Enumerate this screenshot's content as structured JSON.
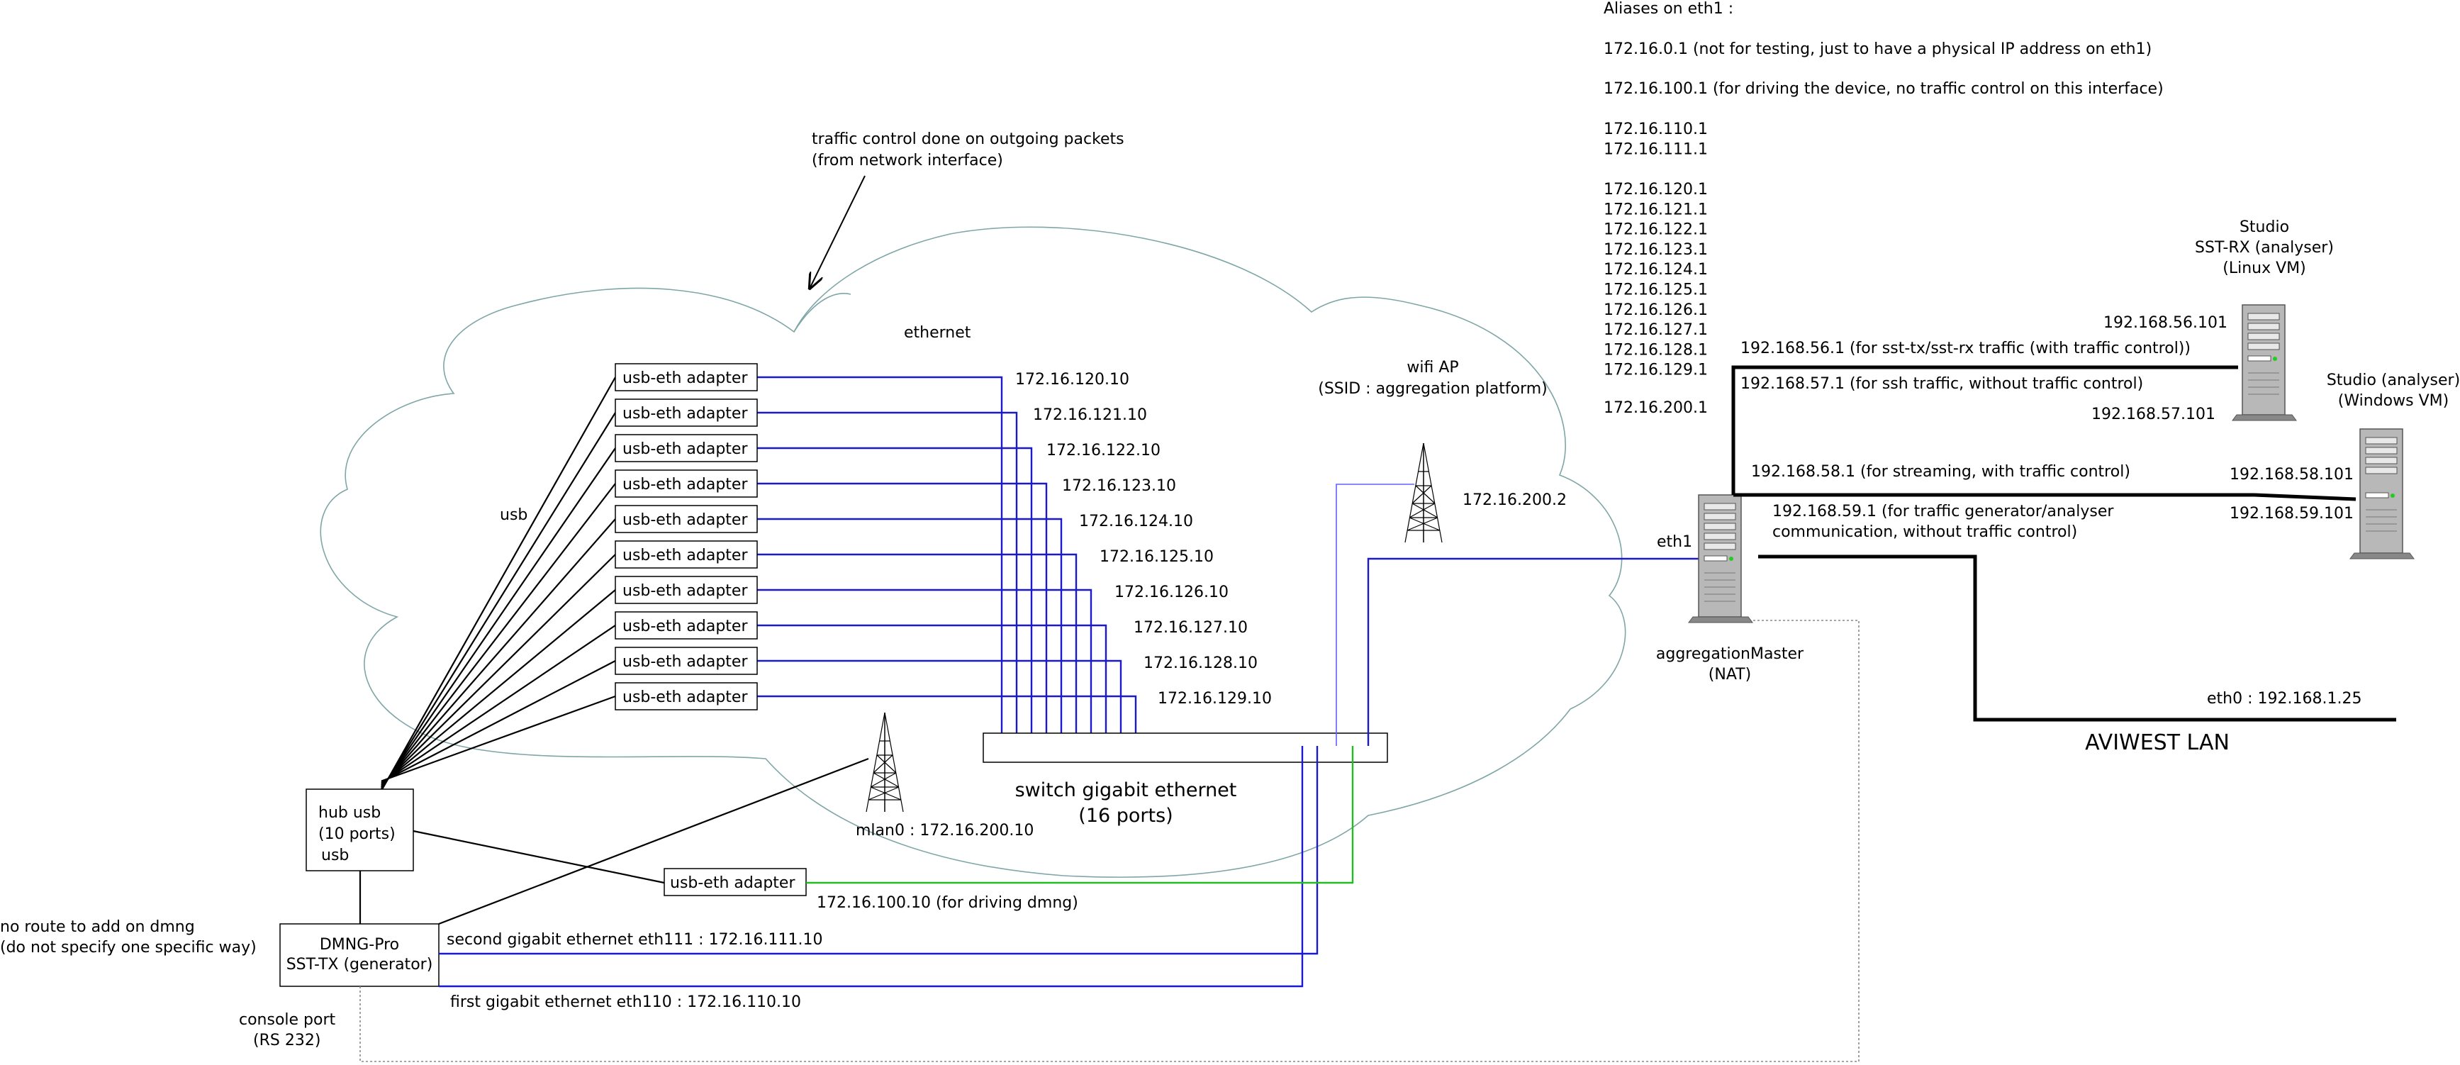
{
  "annotations": {
    "traffic_control_line1": "traffic control done on outgoing packets",
    "traffic_control_line2": "(from network interface)",
    "ethernet": "ethernet",
    "usb": "usb",
    "no_route_line1": "no route to add on dmng",
    "no_route_line2": "(do not specify one specific way)",
    "console_port_line1": "console port",
    "console_port_line2": "(RS 232)"
  },
  "aliases": {
    "title": "Aliases on eth1 :",
    "line_0_1": "172.16.0.1 (not for testing, just to have a physical IP address on eth1)",
    "line_100_1": "172.16.100.1 (for driving the device, no traffic control on this interface)",
    "group_11x": [
      "172.16.110.1",
      "172.16.111.1"
    ],
    "group_12x": [
      "172.16.120.1",
      "172.16.121.1",
      "172.16.122.1",
      "172.16.123.1",
      "172.16.124.1",
      "172.16.125.1",
      "172.16.126.1",
      "172.16.127.1",
      "172.16.128.1",
      "172.16.129.1"
    ],
    "line_200_1": "172.16.200.1"
  },
  "adapters": {
    "label": "usb-eth adapter",
    "ips": [
      "172.16.120.10",
      "172.16.121.10",
      "172.16.122.10",
      "172.16.123.10",
      "172.16.124.10",
      "172.16.125.10",
      "172.16.126.10",
      "172.16.127.10",
      "172.16.128.10",
      "172.16.129.10"
    ]
  },
  "hub": {
    "line1": "hub usb",
    "line2": "(10 ports)",
    "line3": "usb"
  },
  "dmng": {
    "line1": "DMNG-Pro",
    "line2": "SST-TX (generator)"
  },
  "driving_adapter": {
    "label": "usb-eth adapter",
    "ip": "172.16.100.10 (for driving dmng)"
  },
  "eth111": "second gigabit ethernet eth111 : 172.16.111.10",
  "eth110": "first gigabit ethernet eth110 : 172.16.110.10",
  "switch": {
    "line1": "switch gigabit ethernet",
    "line2": "(16 ports)"
  },
  "mlan0": "mlan0 : 172.16.200.10",
  "wifi_ap": {
    "line1": "wifi AP",
    "line2": "(SSID : aggregation platform)",
    "ip": "172.16.200.2"
  },
  "aggregation_master": {
    "eth1": "eth1",
    "line1": "aggregationMaster",
    "line2": "(NAT)"
  },
  "routes": {
    "r56": "192.168.56.1 (for sst-tx/sst-rx traffic (with traffic control))",
    "r57": "192.168.57.1 (for ssh traffic, without traffic control)",
    "r58": "192.168.58.1 (for streaming, with traffic control)",
    "r59_line1": "192.168.59.1 (for traffic generator/analyser",
    "r59_line2": "communication, without traffic control)"
  },
  "studio_linux": {
    "line1": "Studio",
    "line2": "SST-RX (analyser)",
    "line3": "(Linux VM)",
    "ip56": "192.168.56.101",
    "ip57": "192.168.57.101"
  },
  "studio_windows": {
    "line1": "Studio (analyser)",
    "line2": "(Windows VM)",
    "ip58": "192.168.58.101",
    "ip59": "192.168.59.101"
  },
  "lan": {
    "eth0": "eth0 : 192.168.1.25",
    "name": "AVIWEST LAN"
  }
}
